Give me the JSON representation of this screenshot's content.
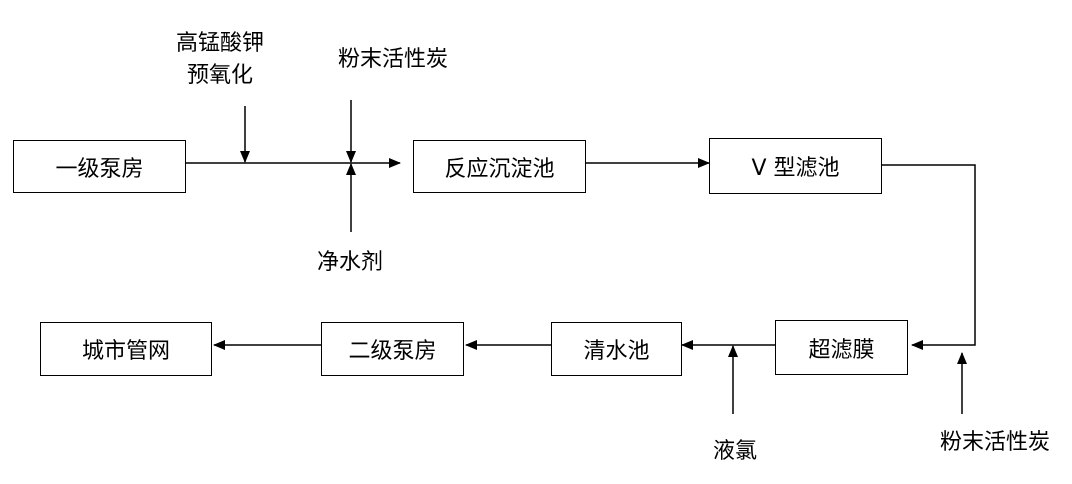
{
  "nodes": {
    "pump1": "一级泵房",
    "sedimentation": "反应沉淀池",
    "v_filter": "V 型滤池",
    "ultrafiltration": "超滤膜",
    "clear_tank": "清水池",
    "pump2": "二级泵房",
    "city_network": "城市管网"
  },
  "inputs": {
    "kmno4_line1": "高锰酸钾",
    "kmno4_line2": "预氧化",
    "pac_top": "粉末活性炭",
    "coagulant": "净水剂",
    "chlorine": "液氯",
    "pac_bottom": "粉末活性炭"
  },
  "colors": {
    "line": "#000000",
    "text": "#000000",
    "background": "#ffffff"
  }
}
